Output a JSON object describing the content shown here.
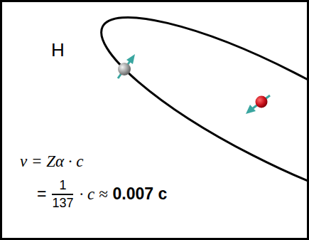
{
  "diagram": {
    "labels": [
      "H",
      "v = Zα · c",
      "=",
      "1",
      "137",
      "· c ≈",
      "0.007 c"
    ]
  }
}
